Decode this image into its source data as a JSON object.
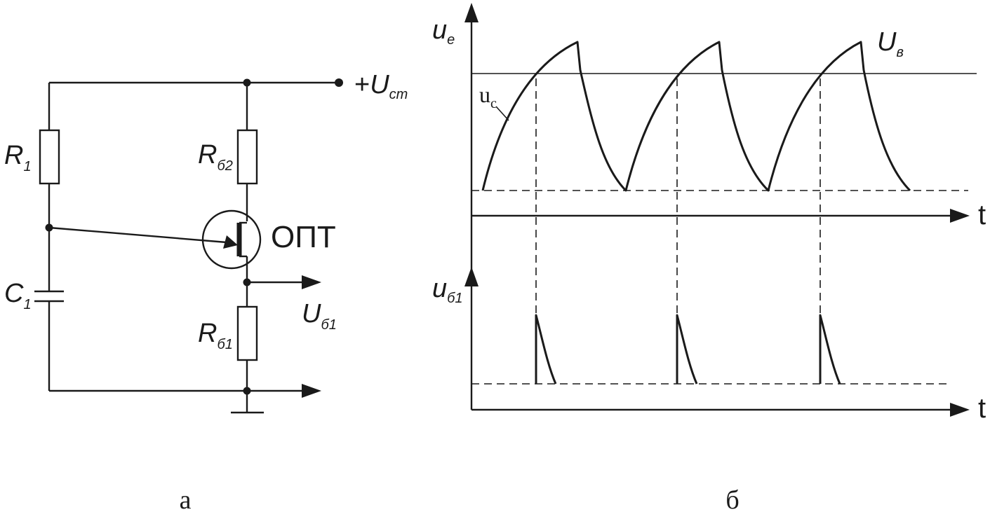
{
  "circuit": {
    "supply": {
      "sign": "+",
      "symbol": "U",
      "subscript": "ст"
    },
    "r1": {
      "symbol": "R",
      "subscript": "1"
    },
    "rb2": {
      "symbol": "R",
      "subscript": "б2"
    },
    "rb1": {
      "symbol": "R",
      "subscript": "б1"
    },
    "c1": {
      "symbol": "C",
      "subscript": "1"
    },
    "transistor": "ОПТ",
    "output": {
      "symbol": "U",
      "subscript": "б1"
    }
  },
  "timing": {
    "upper": {
      "axis_symbol": "u",
      "axis_subscript": "е",
      "threshold_symbol": "U",
      "threshold_subscript": "в",
      "curve_label": "u",
      "curve_label_subscript": "c",
      "time_label": "t"
    },
    "lower": {
      "axis_symbol": "u",
      "axis_subscript": "б1",
      "time_label": "t"
    }
  },
  "captions": {
    "left": "а",
    "right": "б"
  }
}
